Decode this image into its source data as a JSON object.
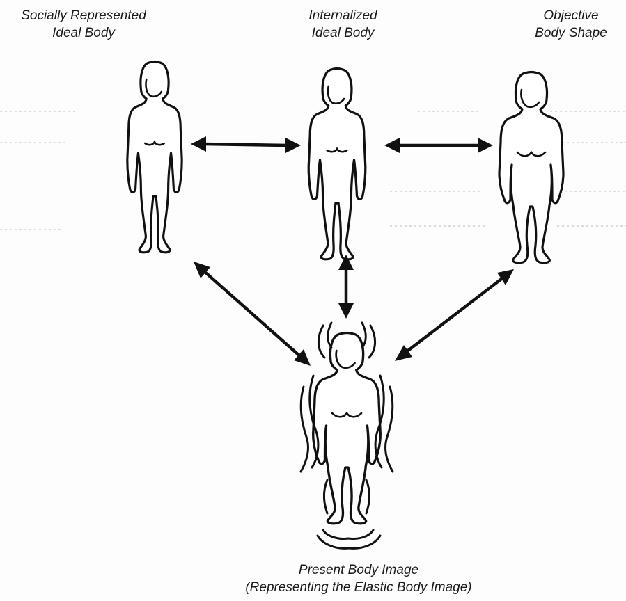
{
  "figures": {
    "socially_represented": {
      "line1": "Socially Represented",
      "line2": "Ideal Body"
    },
    "internalized": {
      "line1": "Internalized",
      "line2": "Ideal Body"
    },
    "objective": {
      "line1": "Objective",
      "line2": "Body Shape"
    },
    "present": {
      "line1": "Present Body Image",
      "line2": "(Representing the Elastic Body Image)"
    }
  }
}
